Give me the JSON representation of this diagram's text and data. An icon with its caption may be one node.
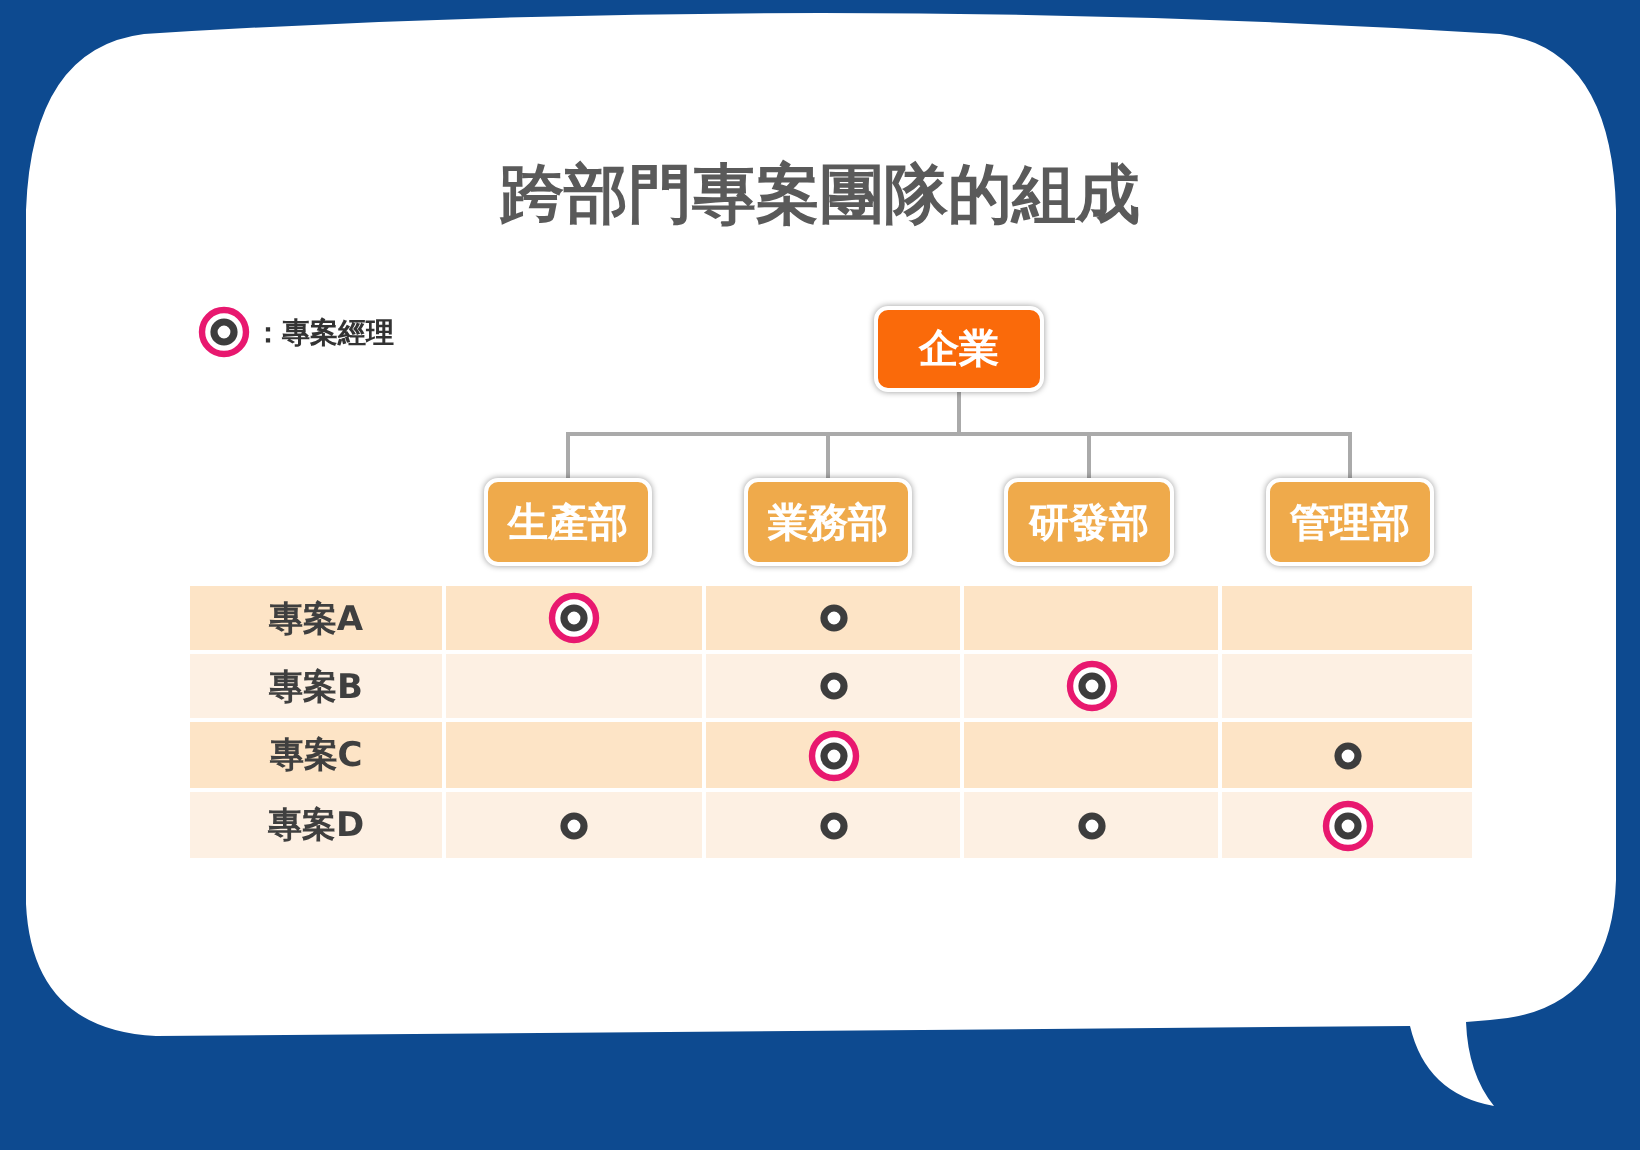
{
  "diagram": {
    "title": "跨部門專案團隊的組成",
    "nodes": [
      {
        "text": [
          "企業"
        ]
      },
      {
        "text": [
          "生產部"
        ]
      },
      {
        "text": [
          "業務部"
        ]
      },
      {
        "text": [
          "研發部"
        ]
      },
      {
        "text": [
          "管理部"
        ]
      }
    ],
    "edges": [
      {
        "from": 0,
        "to": 1,
        "arrow": "none"
      },
      {
        "from": 0,
        "to": 2,
        "arrow": "none"
      },
      {
        "from": 0,
        "to": 3,
        "arrow": "none"
      },
      {
        "from": 0,
        "to": 4,
        "arrow": "none"
      }
    ],
    "labels": [
      "專案A",
      "專案B",
      "專案C",
      "專案D"
    ],
    "legend": [
      {
        "text": "：專案經理"
      }
    ]
  }
}
